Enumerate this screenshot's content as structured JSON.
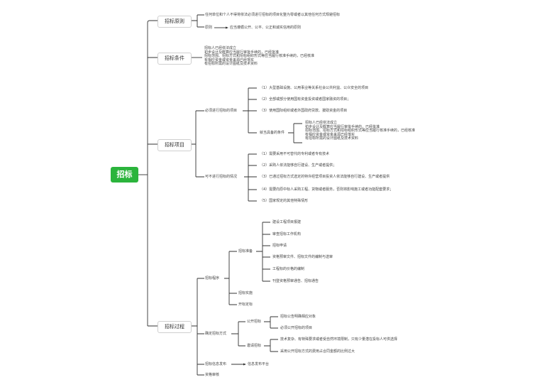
{
  "root": "招标",
  "branches": {
    "b1": "招标原则",
    "b2": "招标条件",
    "b3": "招标项目",
    "b4": "招标过程"
  },
  "principle": {
    "text1": "任何单位和个人不得将依法必须进行招标的项目化整为零或者以其他任何方式规避招标",
    "label2": "原则",
    "text2": "应当遵循公开、公平、公正和诚实信用的原则"
  },
  "conditions": [
    "招标人已经依法成立",
    "初步设计及概算应当履行审批手续的，已经批准",
    "招标范围、招标方式和招标组织形式等应当履行核准手续的，已经核准",
    "有相应资金或资金来源已经落实",
    "有招标所需的设计图纸及技术资料"
  ],
  "projects": {
    "must_label": "必须进行招标的项目",
    "must_items": [
      "（1）大型基础设施、公用事业等关系社会公共利益、公众安全的项目",
      "（2）全部或部分使用国有资金投资或者国家融资的项目；",
      "（3）使用国际组织或者外国政府贷款、援助资金的项目"
    ],
    "cond_label": "就当具备的条件",
    "cond_items": [
      "招标人已经依法成立",
      "初步设计及概算应当履行审批手续的，已经批准",
      "招标范围、招标方式和招标组织形式等应当履行核准手续的，已经核准",
      "有相应资金或资金来源已经落实",
      "有招标所需的设计图纸及技术资料"
    ],
    "no_label": "可不进行招标的情况",
    "no_items": [
      "（1）需要采用不可替代的专利或者专有技术",
      "（2）采购人依法能够自行建设、生产或者提供；",
      "（3）已通过招标方式选定的特许经营项目投资人依法能够自行建设、生产或者提供",
      "（4）需要向原中标人采购工程、货物或者服务，否则将影响施工或者功能配套要求；",
      "（5）国家规定的其他特殊情形"
    ]
  },
  "process": {
    "procedure_label": "招标程序",
    "prep_label": "招标准备",
    "prep_items": [
      "建设工程项目报建",
      "审查招标工作机构",
      "招标申请",
      "资格预审文件、招标文件的编制与送审",
      "工程标的价格的编制",
      "刊登资格预审通告、招标通告"
    ],
    "impl_label": "招标实施",
    "open_label": "开标定标",
    "method_label": "确定招标方式",
    "public_label": "公开招标",
    "public_items": [
      "招标公告明确相应对象",
      "必须公开招标的项目"
    ],
    "invite_label": "邀请招标",
    "invite_items": [
      "技术复杂、有特殊要求或者受自然环境限制，只有少量潜在投标人可供选择",
      "采用公开招标方式的费用占合同金额的比例过大"
    ],
    "publish_label": "招标信息发布",
    "publish_text": "信息发布平台",
    "review_label": "资格审核"
  },
  "colors": {
    "root_bg": "#2bb43c",
    "line": "#333333",
    "border": "#cfcfcf"
  }
}
